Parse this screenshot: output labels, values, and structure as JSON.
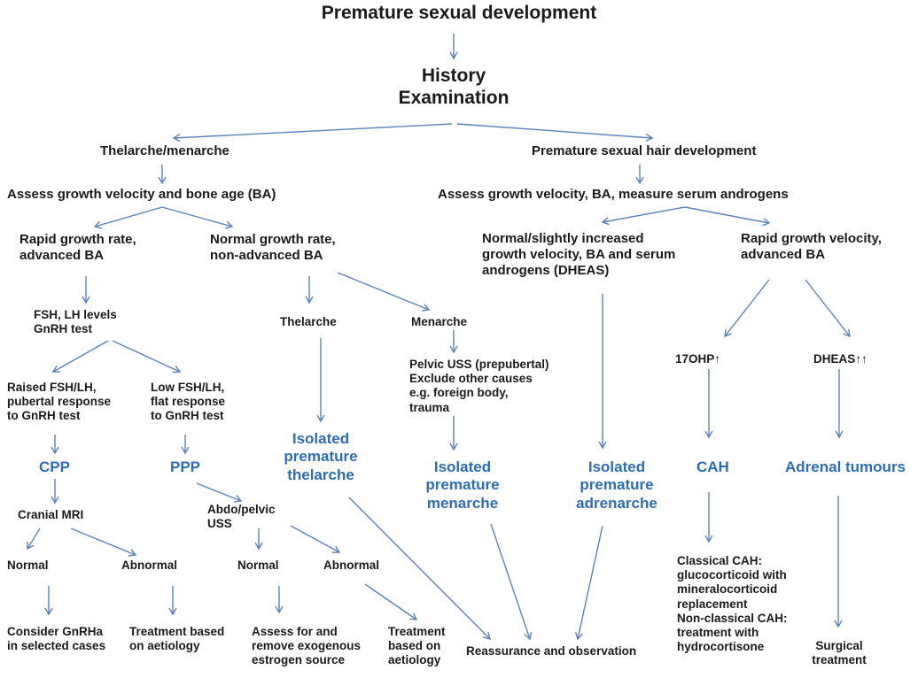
{
  "colors": {
    "arrow": "#5b82b8",
    "outcome": "#2e6db4",
    "text": "#1a1a1a"
  },
  "nodes": {
    "title": [
      "Premature sexual development"
    ],
    "history": [
      "History",
      "Examination"
    ],
    "thelarche_menarche": [
      "Thelarche/menarche"
    ],
    "hair_dev": [
      "Premature sexual hair development"
    ],
    "assess_left": [
      "Assess growth velocity and bone age (BA)"
    ],
    "assess_right": [
      "Assess growth velocity, BA, measure serum androgens"
    ],
    "rapid_adv": [
      "Rapid growth rate,",
      "advanced BA"
    ],
    "normal_growth": [
      "Normal growth rate,",
      "non-advanced BA"
    ],
    "normal_slight": [
      "Normal/slightly increased",
      "growth velocity, BA and serum",
      "androgens (DHEAS)"
    ],
    "rapid_velocity": [
      "Rapid growth velocity,",
      "advanced BA"
    ],
    "fsh_lh": [
      "FSH, LH levels",
      "GnRH test"
    ],
    "thelarche": [
      "Thelarche"
    ],
    "menarche": [
      "Menarche"
    ],
    "ohp17": [
      "17OHP↑"
    ],
    "dheas": [
      "DHEAS↑↑"
    ],
    "raised": [
      "Raised FSH/LH,",
      "pubertal response",
      "to GnRH test"
    ],
    "low": [
      "Low FSH/LH,",
      "flat response",
      "to GnRH test"
    ],
    "pelvic_uss": [
      "Pelvic USS (prepubertal)",
      "Exclude other causes",
      "e.g. foreign body,",
      "trauma"
    ],
    "iso_thelarche": [
      "Isolated",
      "premature",
      "thelarche"
    ],
    "iso_menarche": [
      "Isolated",
      "premature",
      "menarche"
    ],
    "iso_adrenarche": [
      "Isolated",
      "premature",
      "adrenarche"
    ],
    "cpp": [
      "CPP"
    ],
    "ppp": [
      "PPP"
    ],
    "cah": [
      "CAH"
    ],
    "adrenal": [
      "Adrenal tumours"
    ],
    "cranial_mri": [
      "Cranial MRI"
    ],
    "abdo": [
      "Abdo/pelvic",
      "USS"
    ],
    "normal1": [
      "Normal"
    ],
    "abnormal1": [
      "Abnormal"
    ],
    "normal2": [
      "Normal"
    ],
    "abnormal2": [
      "Abnormal"
    ],
    "classical": [
      "Classical CAH:",
      "glucocorticoid with",
      "mineralocorticoid",
      "replacement",
      "Non-classical CAH:",
      "treatment with",
      "hydrocortisone"
    ],
    "gnrha": [
      "Consider GnRHa",
      "in selected cases"
    ],
    "treat1": [
      "Treatment based",
      "on aetiology"
    ],
    "assess_remove": [
      "Assess for and",
      "remove exogenous",
      "estrogen source"
    ],
    "treat2": [
      "Treatment",
      "based on",
      "aetiology"
    ],
    "reassurance": [
      "Reassurance and observation"
    ],
    "surgical": [
      "Surgical",
      "treatment"
    ]
  }
}
